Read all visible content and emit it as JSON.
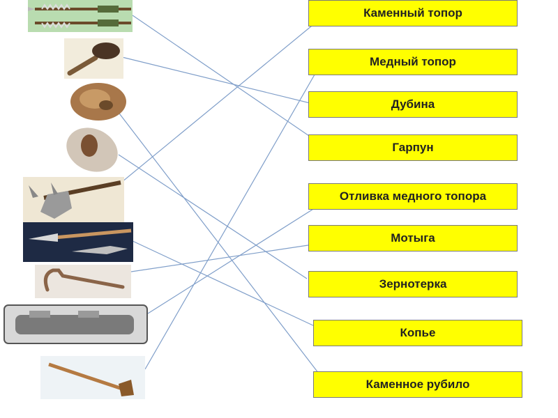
{
  "labels": [
    "Каменный топор",
    "Медный топор",
    "Дубина",
    "Гарпун",
    "Отливка медного топора",
    "Мотыга",
    "Зернотерка",
    "Копье",
    "Каменное рубило"
  ],
  "images": [
    "harpoon-image",
    "club-image",
    "stone-chopper-image",
    "grain-grinder-image",
    "stone-axe-image",
    "spear-image",
    "hoe-image",
    "copper-axe-mold-image",
    "copper-axe-image"
  ],
  "colors": {
    "label_fill": "#ffff00",
    "label_border": "#7a7a7a",
    "connector": "#7f9ec9"
  }
}
